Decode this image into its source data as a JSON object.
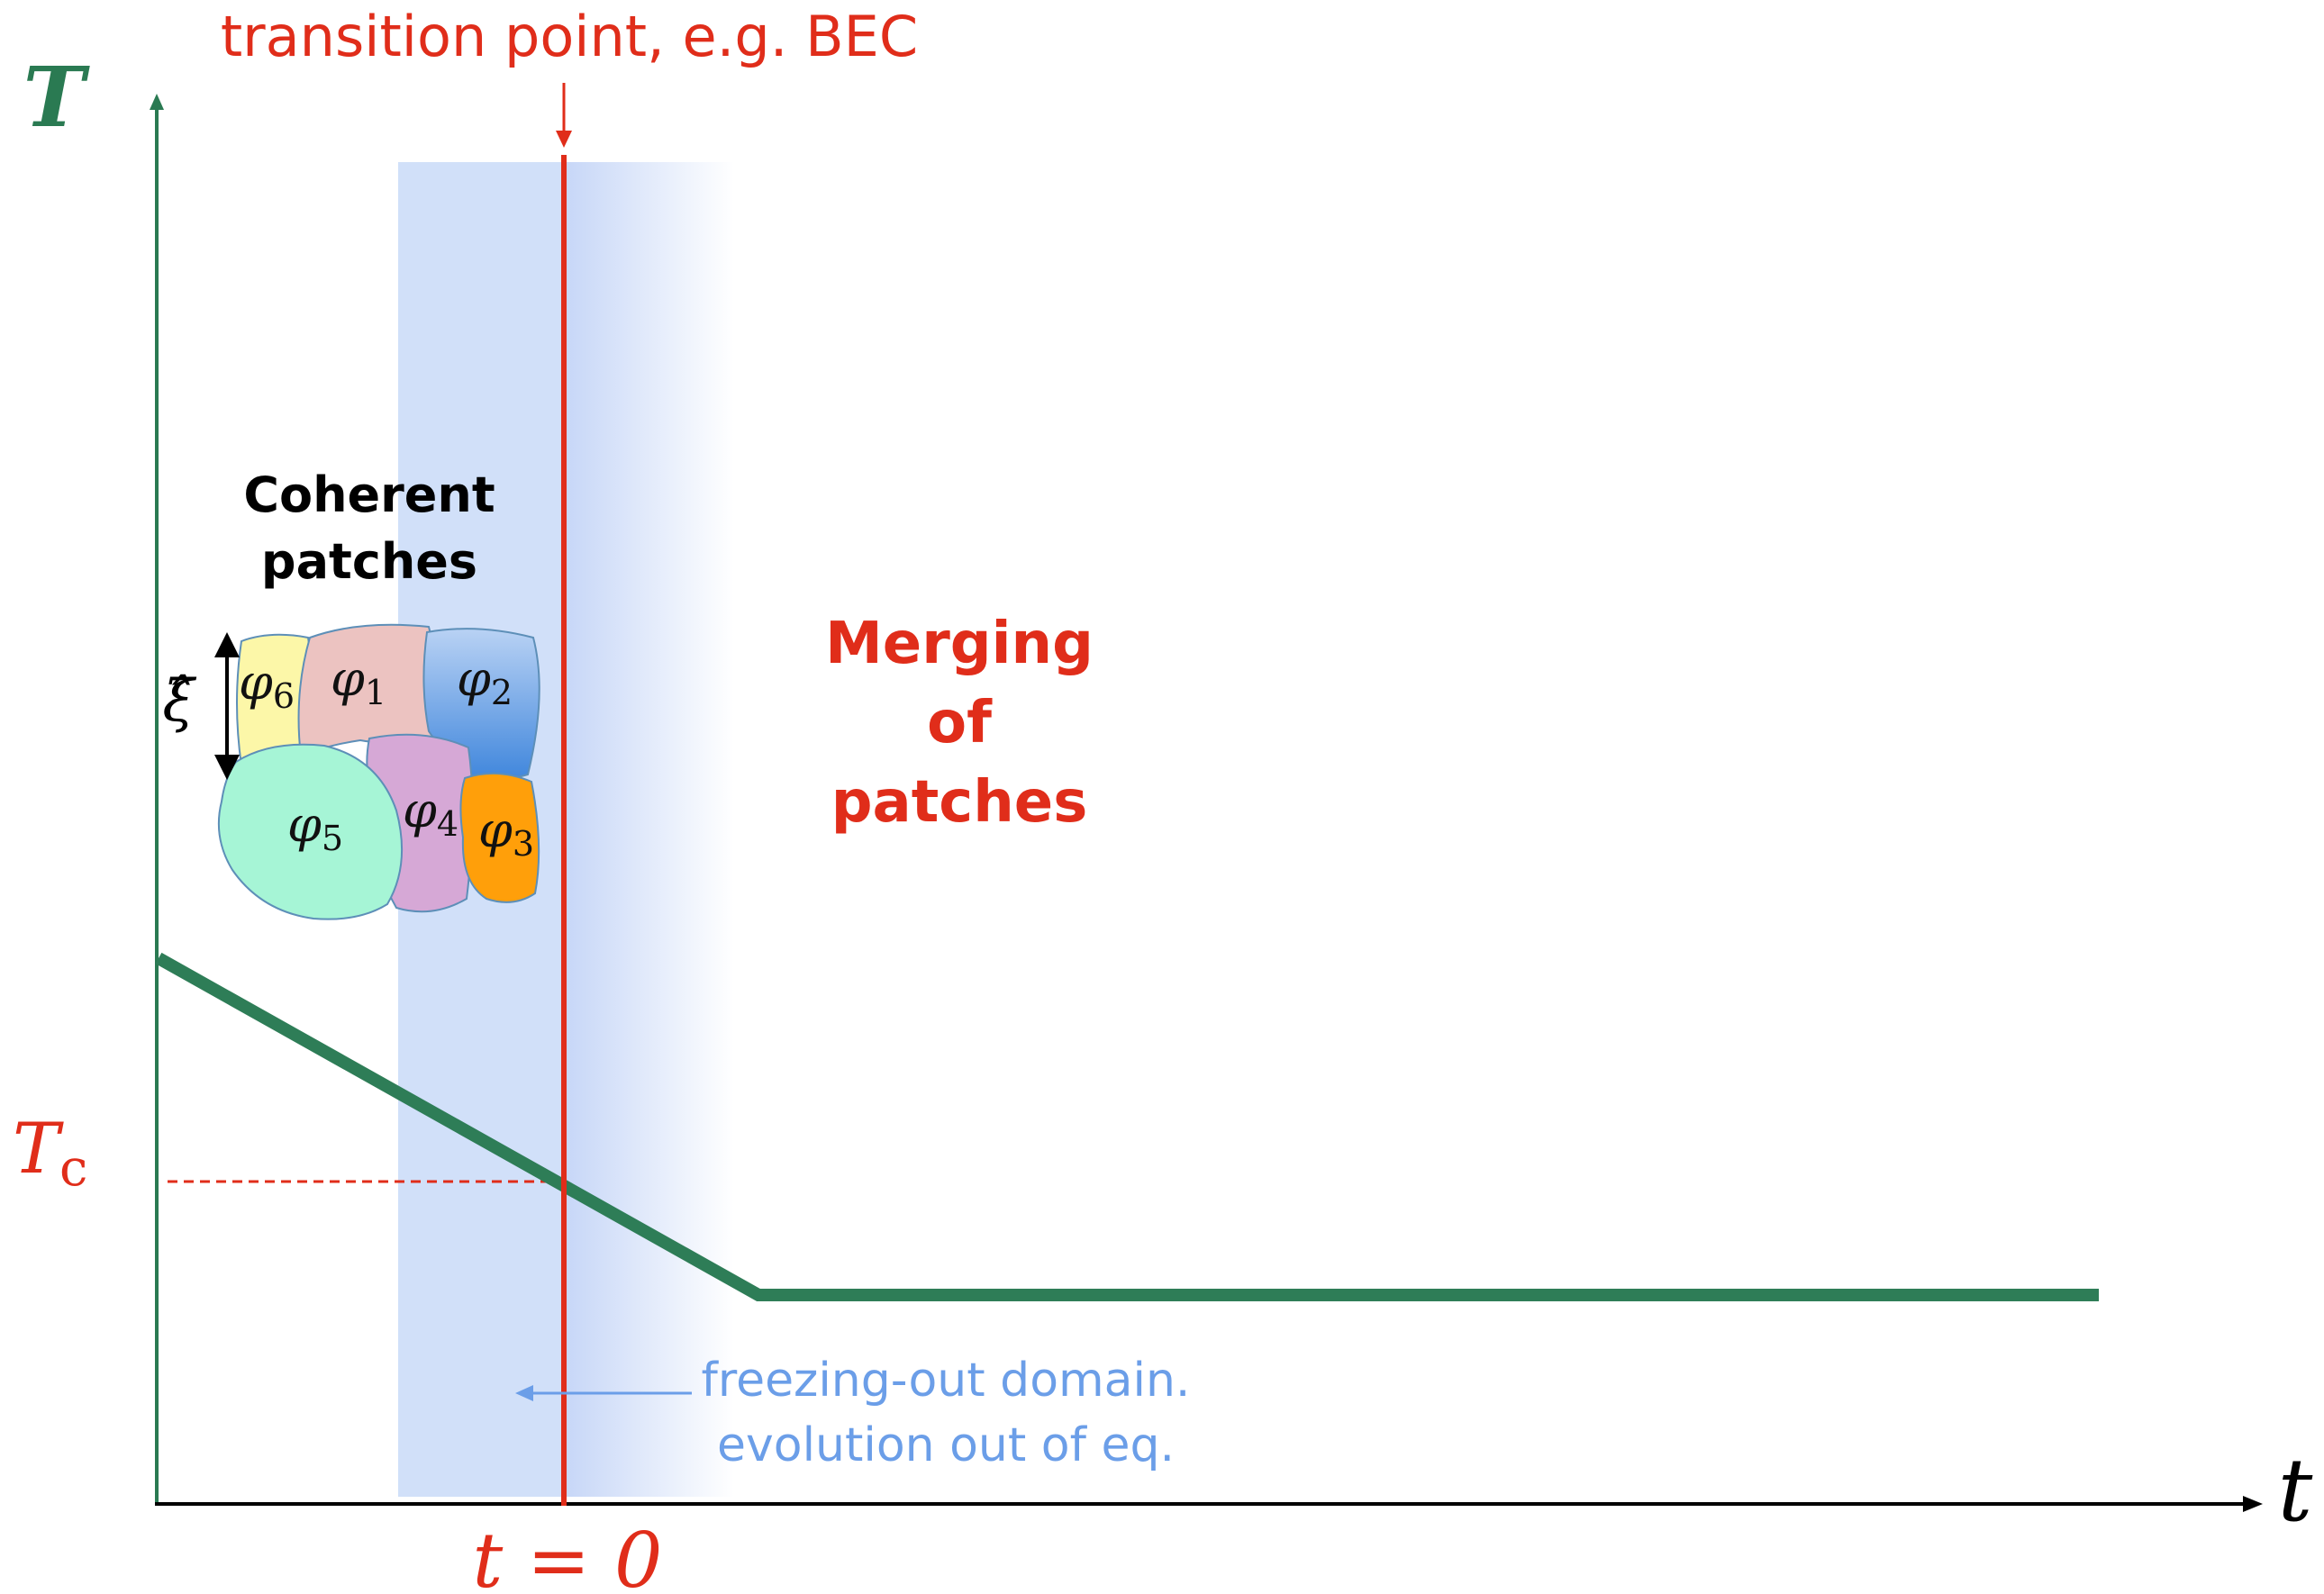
{
  "colors": {
    "axis": "#2a7a52",
    "curve": "#2e7d57",
    "accent_red": "#e02d1a",
    "note_blue": "#6b9ee8",
    "band_blue": "#c6d6f7",
    "black": "#000000"
  },
  "labels": {
    "y_axis": "T",
    "x_axis": "t",
    "critical_temp_main": "T",
    "critical_temp_sub": "c",
    "transition_title": "transition point, e.g. BEC",
    "time_zero": "t = 0",
    "coherent_line1": "Coherent",
    "coherent_line2": "patches",
    "merging_line1": "Merging",
    "merging_line2": "of",
    "merging_line3": "patches",
    "freeze_line1": "freezing-out domain.",
    "freeze_line2": "evolution out of eq.",
    "xi_symbol": "ξ̂"
  },
  "patches": [
    {
      "symbol": "φ",
      "index": "1",
      "color": "#ecc3c1",
      "icon": "patch-blob"
    },
    {
      "symbol": "φ",
      "index": "2",
      "color": "#8ab4ea",
      "icon": "patch-blob"
    },
    {
      "symbol": "φ",
      "index": "3",
      "color": "#ff9f0a",
      "icon": "patch-blob"
    },
    {
      "symbol": "φ",
      "index": "4",
      "color": "#d6a8d6",
      "icon": "patch-blob"
    },
    {
      "symbol": "φ",
      "index": "5",
      "color": "#a6f5d6",
      "icon": "patch-blob"
    },
    {
      "symbol": "φ",
      "index": "6",
      "color": "#fcf7a8",
      "icon": "patch-blob"
    }
  ]
}
